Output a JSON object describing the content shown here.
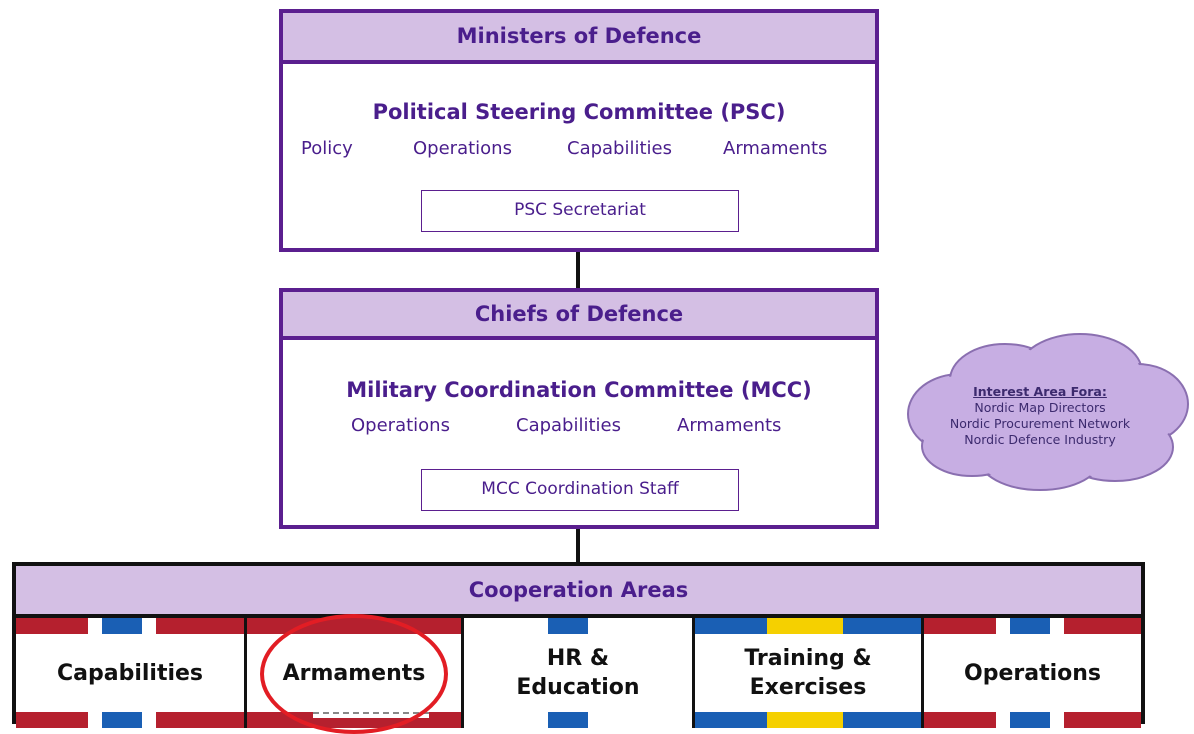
{
  "ministers": {
    "header": "Ministers of Defence",
    "committee": "Political Steering Committee (PSC)",
    "items": [
      "Policy",
      "Operations",
      "Capabilities",
      "Armaments"
    ],
    "secretariat": "PSC Secretariat"
  },
  "chiefs": {
    "header": "Chiefs of Defence",
    "committee": "Military Coordination  Committee (MCC)",
    "items": [
      "Operations",
      "Capabilities",
      "Armaments"
    ],
    "staff": "MCC Coordination Staff"
  },
  "cloud": {
    "title": "Interest Area Fora:",
    "lines": [
      "Nordic Map Directors",
      "Nordic Procurement Network",
      "Nordic Defence Industry"
    ]
  },
  "cooperation": {
    "header": "Cooperation Areas",
    "areas": [
      {
        "label_1": "Capabilities"
      },
      {
        "label_1": "Armaments"
      },
      {
        "label_1": "HR &",
        "label_2": "Education"
      },
      {
        "label_1": "Training &",
        "label_2": "Exercises"
      },
      {
        "label_1": "Operations"
      }
    ]
  },
  "colors": {
    "frame": "#5b1f8f",
    "header_fill": "#d4bfe4",
    "text": "#4a1e8c",
    "stripe_red": "#b5202e",
    "stripe_blue": "#1a5fb4",
    "stripe_yellow": "#f5d000",
    "highlight": "#e21d24"
  }
}
